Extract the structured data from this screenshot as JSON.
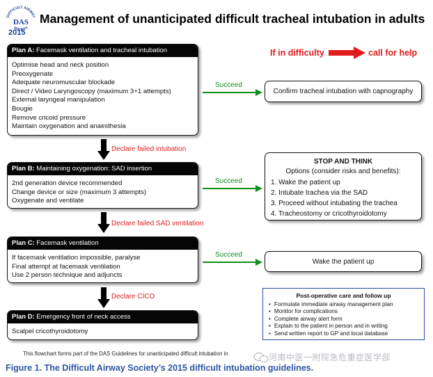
{
  "header": {
    "logo_text": "DIFFICULT AIRWAY SOCIETY",
    "logo_initials": "DAS",
    "year": "2015",
    "title": "Management of unanticipated difficult tracheal intubation in adults"
  },
  "difficulty": {
    "left": "If in difficulty",
    "right": "call for help"
  },
  "plans": {
    "a": {
      "label": "Plan A:",
      "title": "Facemask ventilation and tracheal intubation",
      "items": [
        "Optimise head and neck position",
        "Preoxygenate",
        "Adequate neuromuscular blockade",
        "Direct / Video Laryngoscopy (maximum 3+1 attempts)",
        "External laryngeal manipulation",
        "Bougie",
        "Remove cricoid pressure",
        "Maintain oxygenation and anaesthesia"
      ]
    },
    "b": {
      "label": "Plan B:",
      "title": "Maintaining oxygenation: SAD insertion",
      "items": [
        "2nd generation device recommended",
        "Change device or size (maximum 3 attempts)",
        "Oxygenate and ventilate"
      ]
    },
    "c": {
      "label": "Plan C:",
      "title": "Facemask ventilation",
      "items": [
        "If facemask ventilation impossible, paralyse",
        "Final attempt at facemask ventilation",
        "Use 2 person technique and adjuncts"
      ]
    },
    "d": {
      "label": "Plan D:",
      "title": "Emergency front of neck access",
      "items": [
        "Scalpel cricothyroidotomy"
      ]
    }
  },
  "transitions": {
    "declare_failed_intubation": "Declare failed intubation",
    "declare_failed_sad": "Declare failed SAD ventilation",
    "declare_cico": "Declare CICO"
  },
  "succeed": {
    "a": "Succeed",
    "b": "Succeed",
    "c": "Succeed"
  },
  "outcomes": {
    "confirm": "Confirm tracheal intubation with capnography",
    "stop_title": "STOP AND THINK",
    "stop_subtitle": "Options (consider risks and benefits):",
    "stop_options": [
      "1. Wake the patient up",
      "2. Intubate trachea via the SAD",
      "3. Proceed without intubating the trachea",
      "4. Tracheostomy or cricothyroidotomy"
    ],
    "wake": "Wake the patient up"
  },
  "post_op": {
    "title": "Post-operative care and follow up",
    "items": [
      "Formulate immediate airway management plan",
      "Monitor for complications",
      "Complete airway alert form",
      "Explain to the patient in person and in writing",
      "Send written report to GP and local database"
    ]
  },
  "footnote": "This flowchart forms part of the DAS Guidelines for unanticipated difficult intubation in",
  "watermark": "河南中医一附院急危重症医学部",
  "caption": "Figure 1. The Difficult Airway Society’s 2015 difficult intubation guidelines.",
  "colors": {
    "red": "#e01b1b",
    "green": "#0f8d1f",
    "navy": "#1d3f9a",
    "caption_blue": "#2b56a4"
  }
}
